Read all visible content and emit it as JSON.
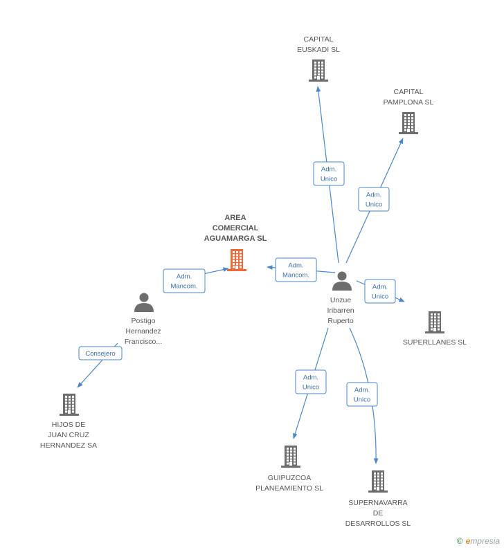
{
  "colors": {
    "edge": "#4a86c8",
    "company": "#6d6d6d",
    "company_focus": "#ee6a3b",
    "person": "#6d6d6d",
    "text": "#555555"
  },
  "nodes": [
    {
      "id": "area",
      "kind": "company",
      "focus": true,
      "label_lines": [
        "AREA",
        "COMERCIAL",
        "AGUAMARGA SL"
      ]
    },
    {
      "id": "euskadi",
      "kind": "company",
      "label_lines": [
        "CAPITAL",
        "EUSKADI SL"
      ]
    },
    {
      "id": "pamplona",
      "kind": "company",
      "label_lines": [
        "CAPITAL",
        "PAMPLONA SL"
      ]
    },
    {
      "id": "unzue",
      "kind": "person",
      "label_lines": [
        "Unzue",
        "Iribarren",
        "Ruperto"
      ]
    },
    {
      "id": "postigo",
      "kind": "person",
      "label_lines": [
        "Postigo",
        "Hernandez",
        "Francisco..."
      ]
    },
    {
      "id": "superllanes",
      "kind": "company",
      "label_lines": [
        "SUPERLLANES SL"
      ]
    },
    {
      "id": "hijos",
      "kind": "company",
      "label_lines": [
        "HIJOS DE",
        "JUAN CRUZ",
        "HERNANDEZ SA"
      ]
    },
    {
      "id": "guipuzcoa",
      "kind": "company",
      "label_lines": [
        "GUIPUZCOA",
        "PLANEAMIENTO SL"
      ]
    },
    {
      "id": "supernavarra",
      "kind": "company",
      "label_lines": [
        "SUPERNAVARRA",
        "DE",
        "DESARROLLOS SL"
      ]
    }
  ],
  "edges": [
    {
      "from": "unzue",
      "to": "euskadi",
      "label_lines": [
        "Adm.",
        "Unico"
      ]
    },
    {
      "from": "unzue",
      "to": "pamplona",
      "label_lines": [
        "Adm.",
        "Unico"
      ]
    },
    {
      "from": "unzue",
      "to": "area",
      "label_lines": [
        "Adm.",
        "Mancom."
      ]
    },
    {
      "from": "unzue",
      "to": "superllanes",
      "label_lines": [
        "Adm.",
        "Unico"
      ]
    },
    {
      "from": "unzue",
      "to": "guipuzcoa",
      "label_lines": [
        "Adm.",
        "Unico"
      ]
    },
    {
      "from": "unzue",
      "to": "supernavarra",
      "label_lines": [
        "Adm.",
        "Unico"
      ]
    },
    {
      "from": "postigo",
      "to": "area",
      "label_lines": [
        "Adm.",
        "Mancom."
      ]
    },
    {
      "from": "postigo",
      "to": "hijos",
      "label_lines": [
        "Consejero"
      ]
    }
  ],
  "footer": {
    "copyright": "©",
    "brand_initial": "e",
    "brand_rest": "mpresia"
  }
}
